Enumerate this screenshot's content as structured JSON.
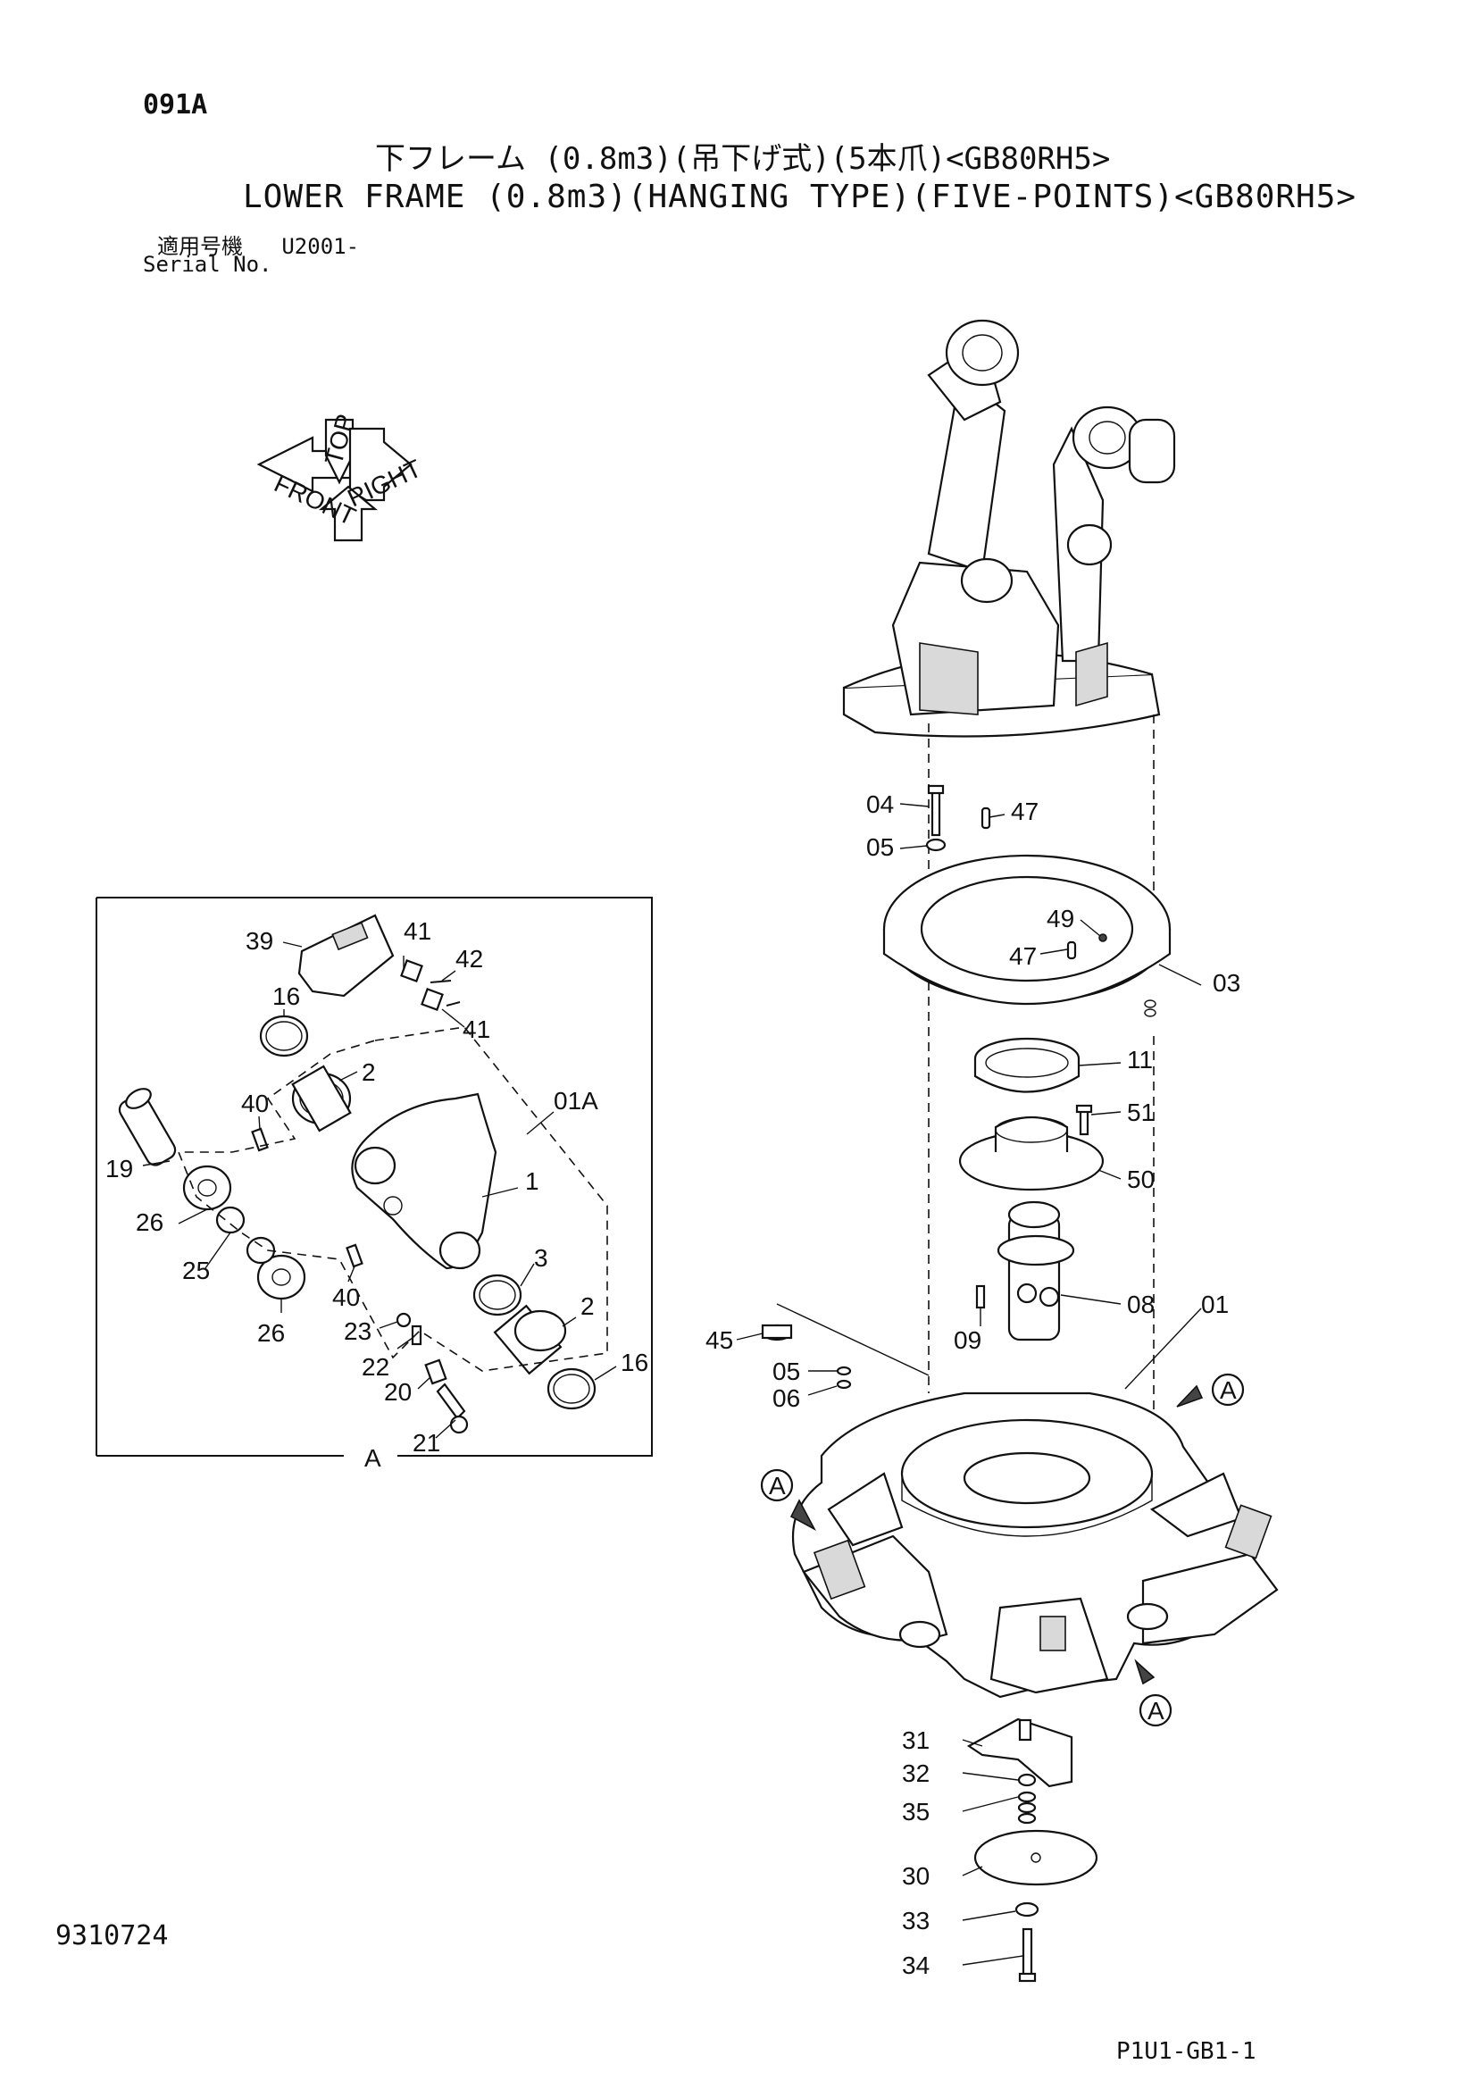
{
  "header": {
    "page_code": "091A",
    "title_jp": "下フレーム (0.8m3)(吊下げ式)(5本爪)<GB80RH5>",
    "title_en": "LOWER FRAME (0.8m3)(HANGING TYPE)(FIVE-POINTS)<GB80RH5>",
    "serial_label_jp": "適用号機",
    "serial_value": "U2001-",
    "serial_label_en": "Serial No."
  },
  "orientation": {
    "top": "TOP",
    "front": "FRONT",
    "right": "RIGHT"
  },
  "detail": {
    "label": "A",
    "callouts": [
      {
        "id": "c39",
        "text": "39"
      },
      {
        "id": "c41a",
        "text": "41"
      },
      {
        "id": "c42",
        "text": "42"
      },
      {
        "id": "c41b",
        "text": "41"
      },
      {
        "id": "c16a",
        "text": "16"
      },
      {
        "id": "c2a",
        "text": "2"
      },
      {
        "id": "c40a",
        "text": "40"
      },
      {
        "id": "c01A",
        "text": "01A"
      },
      {
        "id": "c19",
        "text": "19"
      },
      {
        "id": "c1",
        "text": "1"
      },
      {
        "id": "c26a",
        "text": "26"
      },
      {
        "id": "c25",
        "text": "25"
      },
      {
        "id": "c3",
        "text": "3"
      },
      {
        "id": "c40b",
        "text": "40"
      },
      {
        "id": "c2b",
        "text": "2"
      },
      {
        "id": "c26b",
        "text": "26"
      },
      {
        "id": "c23",
        "text": "23"
      },
      {
        "id": "c22",
        "text": "22"
      },
      {
        "id": "c16b",
        "text": "16"
      },
      {
        "id": "c20",
        "text": "20"
      },
      {
        "id": "c21",
        "text": "21"
      }
    ]
  },
  "main": {
    "callouts": [
      {
        "id": "m04",
        "text": "04"
      },
      {
        "id": "m47a",
        "text": "47"
      },
      {
        "id": "m05a",
        "text": "05"
      },
      {
        "id": "m49",
        "text": "49"
      },
      {
        "id": "m47b",
        "text": "47"
      },
      {
        "id": "m03",
        "text": "03"
      },
      {
        "id": "m11",
        "text": "11"
      },
      {
        "id": "m51",
        "text": "51"
      },
      {
        "id": "m50",
        "text": "50"
      },
      {
        "id": "m08",
        "text": "08"
      },
      {
        "id": "m01",
        "text": "01"
      },
      {
        "id": "m09",
        "text": "09"
      },
      {
        "id": "m45",
        "text": "45"
      },
      {
        "id": "m05b",
        "text": "05"
      },
      {
        "id": "m06",
        "text": "06"
      },
      {
        "id": "m31",
        "text": "31"
      },
      {
        "id": "m32",
        "text": "32"
      },
      {
        "id": "m35",
        "text": "35"
      },
      {
        "id": "m30",
        "text": "30"
      },
      {
        "id": "m33",
        "text": "33"
      },
      {
        "id": "m34",
        "text": "34"
      }
    ],
    "view_marker": "A"
  },
  "footer": {
    "doc_number": "9310724",
    "page_ref": "P1U1-GB1-1"
  }
}
